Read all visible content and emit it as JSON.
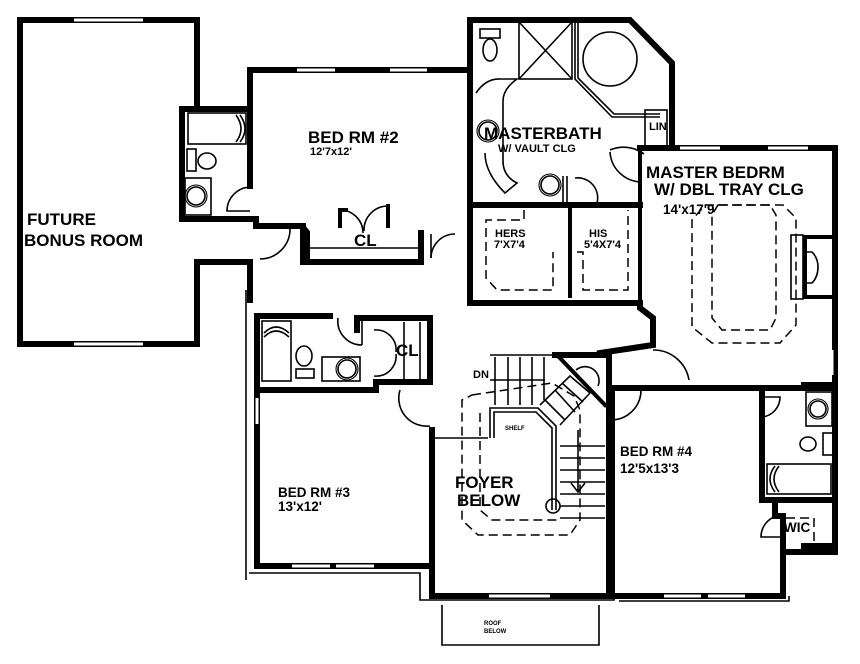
{
  "plan": {
    "rooms": {
      "bonus": {
        "line1": "FUTURE",
        "line2": "BONUS ROOM"
      },
      "bed2": {
        "name": "BED RM #2",
        "dims": "12'7x12'"
      },
      "bed2_closet": {
        "name": "CL"
      },
      "masterbath": {
        "name": "MASTERBATH",
        "sub": "W/ VAULT  CLG"
      },
      "linen": {
        "name": "LIN"
      },
      "master_bed": {
        "name": "MASTER BEDRM",
        "sub": "W/ DBL TRAY CLG",
        "dims": "14'x17'9"
      },
      "hers": {
        "name": "HERS",
        "dims": "7'X7'4"
      },
      "his": {
        "name": "HIS",
        "dims": "5'4X7'4"
      },
      "hall_closet": {
        "name": "CL"
      },
      "stair": {
        "dn": "DN",
        "shelf": "SHELF"
      },
      "foyer": {
        "line1": "FOYER",
        "line2": "BELOW"
      },
      "bed3": {
        "name": "BED RM #3",
        "dims": "13'x12'"
      },
      "bed4": {
        "name": "BED RM #4",
        "dims": "12'5x13'3"
      },
      "wic": {
        "name": "WIC"
      },
      "roof": {
        "line1": "ROOF",
        "line2": "BELOW"
      }
    }
  }
}
